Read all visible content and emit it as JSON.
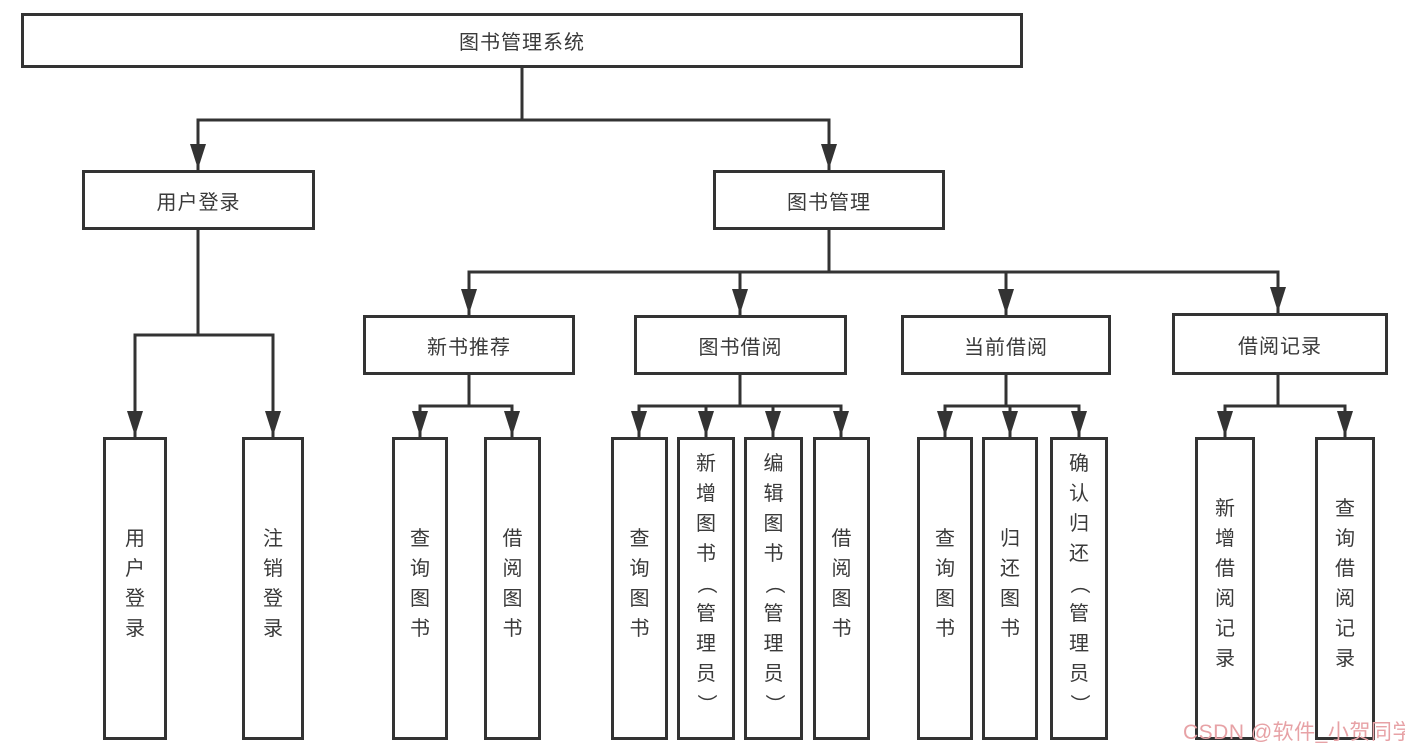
{
  "nodes": {
    "root": "图书管理系统",
    "user_login": "用户登录",
    "book_mgmt": "图书管理",
    "new_book_rec": "新书推荐",
    "book_borrow": "图书借阅",
    "current_borrow": "当前借阅",
    "borrow_records": "借阅记录",
    "leaf_user_login": "用户登录",
    "leaf_logout": "注销登录",
    "leaf_rec_query": "查询图书",
    "leaf_rec_borrow": "借阅图书",
    "leaf_bb_query": "查询图书",
    "leaf_bb_add": "新增图书（管理员）",
    "leaf_bb_edit": "编辑图书（管理员）",
    "leaf_bb_borrow": "借阅图书",
    "leaf_cb_query": "查询图书",
    "leaf_cb_return": "归还图书",
    "leaf_cb_confirm": "确认归还（管理员）",
    "leaf_br_add": "新增借阅记录",
    "leaf_br_query": "查询借阅记录"
  },
  "watermark": {
    "text": "CSDN @软件_小贺同学"
  },
  "colors": {
    "line": "#333333",
    "text": "#3a3a3a",
    "watermark": "#e7a2a6",
    "background": "#ffffff"
  }
}
